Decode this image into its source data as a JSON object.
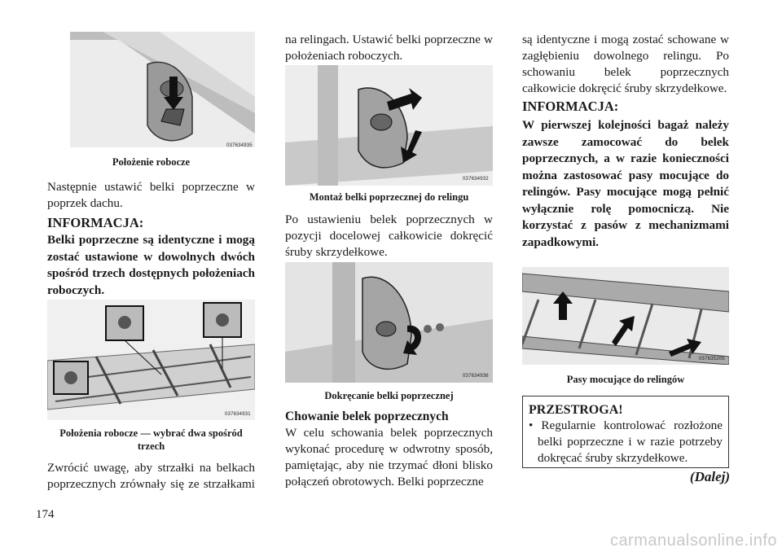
{
  "column1": {
    "fig1": {
      "code": "037634935",
      "caption": "Położenie robocze"
    },
    "para1": "Następnie ustawić belki poprzeczne w poprzek dachu.",
    "heading1": "INFORMACJA:",
    "note1": "Belki poprzeczne są identyczne i mogą zostać ustawione w dowolnych dwóch spośród trzech dostępnych położeniach roboczych.",
    "fig2": {
      "code": "037634931",
      "caption": "Położenia robocze — wybrać dwa spośród trzech"
    },
    "para2": "Zwrócić uwagę, aby strzałki na belkach poprzecznych zrównały się ze strzałkami"
  },
  "column2": {
    "para1": "na relingach. Ustawić belki poprzeczne w położeniach roboczych.",
    "fig3": {
      "code": "037634932",
      "caption": "Montaż belki poprzecznej do relingu"
    },
    "para2": "Po ustawieniu belek poprzecznych w pozycji docelowej całkowicie dokręcić śruby skrzydełkowe.",
    "fig4": {
      "code": "037634936",
      "caption": "Dokręcanie belki poprzecznej"
    },
    "subheading": "Chowanie belek poprzecznych",
    "para3": "W celu schowania belek poprzecznych wykonać procedurę w odwrotny sposób, pamiętając, aby nie trzymać dłoni blisko połączeń obrotowych. Belki poprzeczne"
  },
  "column3": {
    "para1": "są identyczne i mogą zostać schowane w zagłębieniu dowolnego relingu. Po schowaniu belek poprzecznych całkowicie dokręcić śruby skrzydełkowe.",
    "heading": "INFORMACJA:",
    "note": "W pierwszej kolejności bagaż należy zawsze zamocować do belek poprzecznych, a w razie konieczności można zastosować pasy mocujące do relingów. Pasy mocujące mogą pełnić wyłącznie rolę pomocniczą. Nie korzystać z pasów z mechanizmami zapadkowymi.",
    "fig5": {
      "code": "037635205",
      "caption": "Pasy mocujące do relingów"
    },
    "warning": {
      "title": "PRZESTROGA!",
      "item": "Regularnie kontrolować rozłożone belki poprzeczne i w razie potrzeby dokręcać śruby skrzydełkowe."
    },
    "continued": "(Dalej)"
  },
  "page_number": "174",
  "watermark": "carmanualsonline.info"
}
